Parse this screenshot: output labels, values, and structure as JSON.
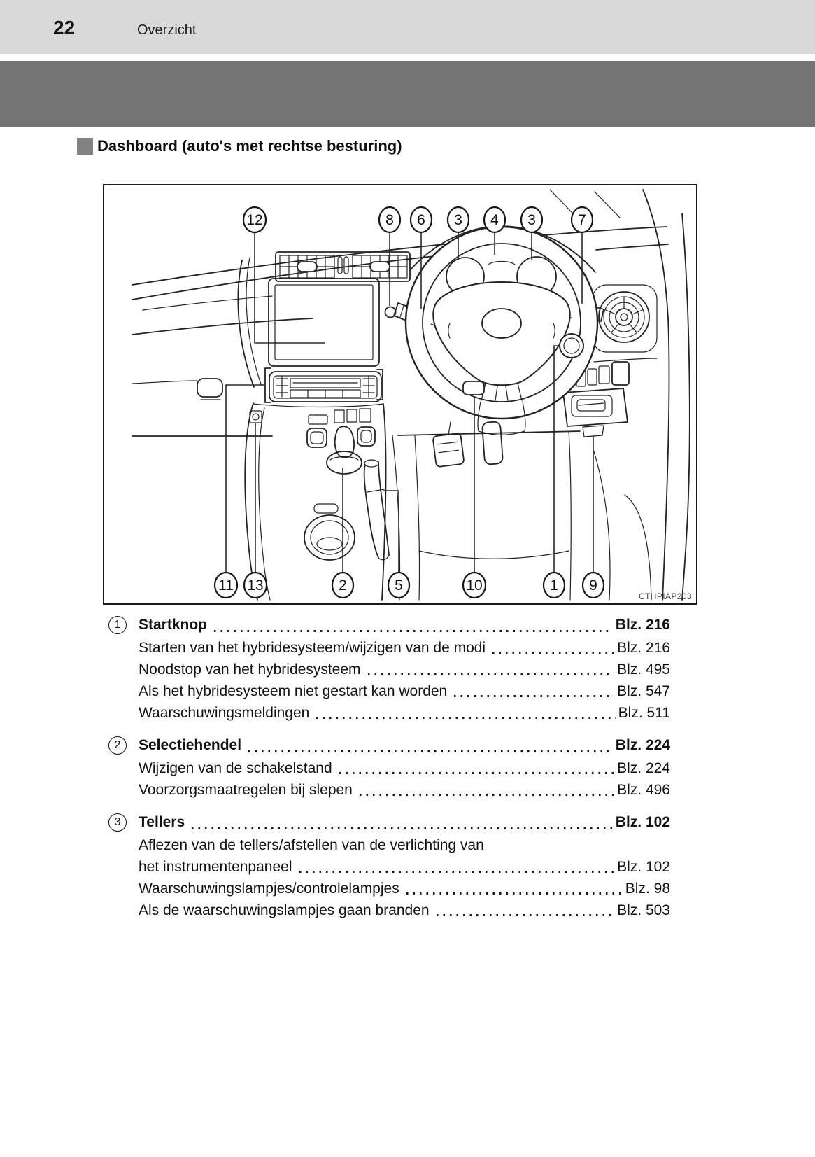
{
  "page_header": {
    "page_number": "22",
    "section": "Overzicht"
  },
  "title": {
    "text": "Dashboard (auto's met rechtse besturing)"
  },
  "figure": {
    "image_code": "CTHPIAP203",
    "callouts_top": [
      "12",
      "8",
      "6",
      "3",
      "4",
      "3",
      "7"
    ],
    "callouts_bottom": [
      "11",
      "13",
      "2",
      "5",
      "10",
      "1",
      "9"
    ]
  },
  "toc": {
    "page_label_prefix": "Blz.",
    "sections": [
      {
        "num": "1",
        "title": "Startknop",
        "page": "Blz. 216",
        "subs": [
          {
            "label": "Starten van het hybridesysteem/wijzigen van de modi",
            "page": "Blz. 216"
          },
          {
            "label": "Noodstop van het hybridesysteem",
            "page": "Blz. 495"
          },
          {
            "label": "Als het hybridesysteem niet gestart kan worden",
            "page": "Blz. 547"
          },
          {
            "label": "Waarschuwingsmeldingen",
            "page": "Blz. 511"
          }
        ]
      },
      {
        "num": "2",
        "title": "Selectiehendel",
        "page": "Blz. 224",
        "subs": [
          {
            "label": "Wijzigen van de schakelstand",
            "page": "Blz. 224"
          },
          {
            "label": "Voorzorgsmaatregelen bij slepen",
            "page": "Blz. 496"
          }
        ]
      },
      {
        "num": "3",
        "title": "Tellers",
        "page": "Blz. 102",
        "subs": [
          {
            "label": "Aflezen van de tellers/afstellen van de verlichting van",
            "label2": "het instrumentenpaneel",
            "page": "Blz. 102"
          },
          {
            "label": "Waarschuwingslampjes/controlelampjes",
            "page": "Blz. 98"
          },
          {
            "label": "Als de waarschuwingslampjes gaan branden",
            "page": "Blz. 503"
          }
        ]
      }
    ]
  }
}
